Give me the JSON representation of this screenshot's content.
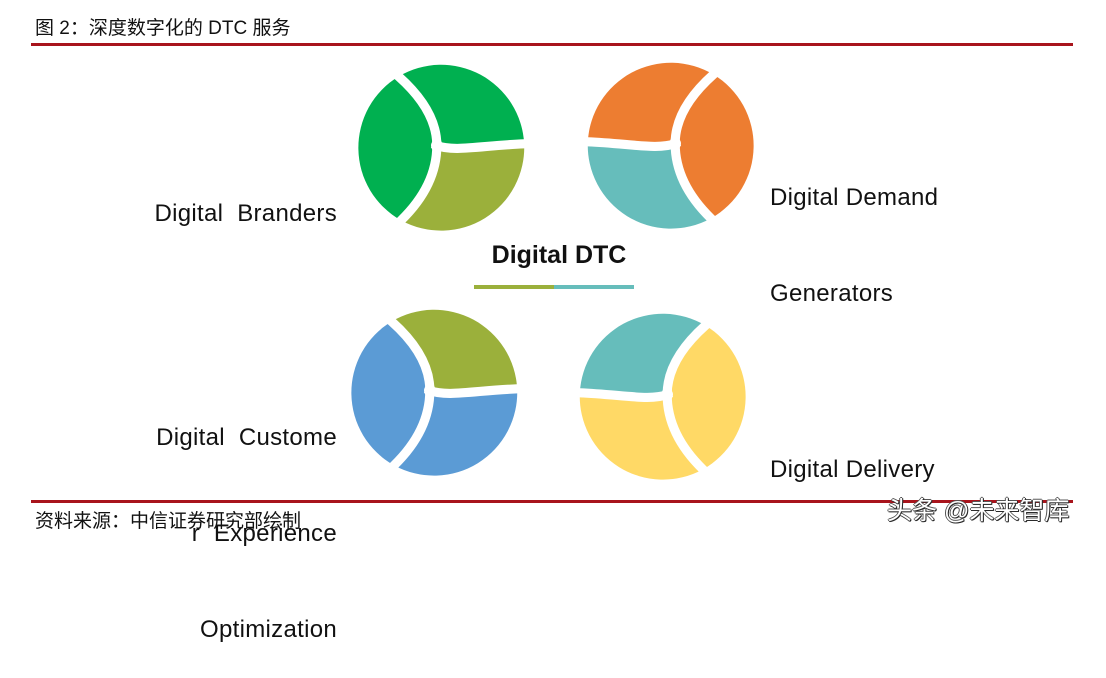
{
  "figure": {
    "title": "图 2：深度数字化的 DTC 服务",
    "source": "资料来源：中信证券研究部绘制",
    "watermark": "头条 @未来智库",
    "rule_color": "#A8141C"
  },
  "diagram": {
    "center_label": "Digital DTC",
    "center_bar": [
      {
        "color": "#9BB03B"
      },
      {
        "color": "#66BDBB"
      }
    ],
    "quadrants": [
      {
        "name": "Digital Branders",
        "label_lines": [
          "Digital  Branders"
        ],
        "segments": [
          {
            "position": "left",
            "color": "#00B050"
          },
          {
            "position": "top-right",
            "color": "#00B050"
          },
          {
            "position": "bottom-right",
            "color": "#9BB03B"
          }
        ]
      },
      {
        "name": "Digital Demand Generators",
        "label_lines": [
          "Digital Demand",
          "Generators"
        ],
        "segments": [
          {
            "position": "right",
            "color": "#ED7D31"
          },
          {
            "position": "top-left",
            "color": "#ED7D31"
          },
          {
            "position": "bottom-left",
            "color": "#66BDBB"
          }
        ]
      },
      {
        "name": "Digital Customer Experience Optimization",
        "label_lines": [
          "Digital  Custome",
          "r  Experience",
          "Optimization"
        ],
        "segments": [
          {
            "position": "left",
            "color": "#5B9BD5"
          },
          {
            "position": "top-right",
            "color": "#9BB03B"
          },
          {
            "position": "bottom-right",
            "color": "#5B9BD5"
          }
        ]
      },
      {
        "name": "Digital Delivery",
        "label_lines": [
          "Digital Delivery"
        ],
        "segments": [
          {
            "position": "right",
            "color": "#FFD966"
          },
          {
            "position": "top-left",
            "color": "#66BDBB"
          },
          {
            "position": "bottom-left",
            "color": "#FFD966"
          }
        ]
      }
    ]
  }
}
